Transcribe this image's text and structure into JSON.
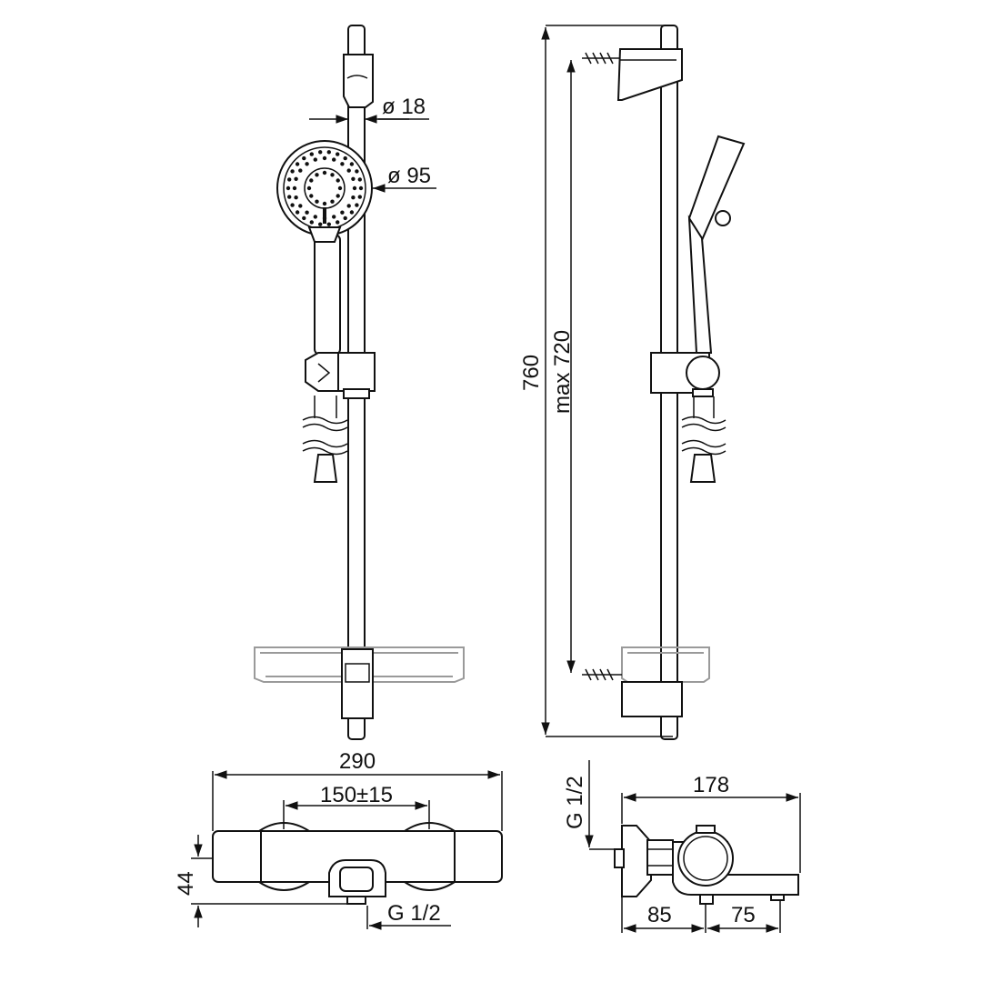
{
  "dimensions": {
    "bar_diameter": "ø 18",
    "head_diameter": "ø 95",
    "overall_height": "760",
    "max_spacing": "max 720",
    "mixer_width": "290",
    "connection_spacing": "150±15",
    "mixer_height": "44",
    "outlet_thread": "G 1/2",
    "side_depth": "178",
    "side_thread": "G 1/2",
    "side_left": "85",
    "side_right": "75"
  },
  "colors": {
    "line": "#111111",
    "soap_dish": "#9a9a9a"
  }
}
